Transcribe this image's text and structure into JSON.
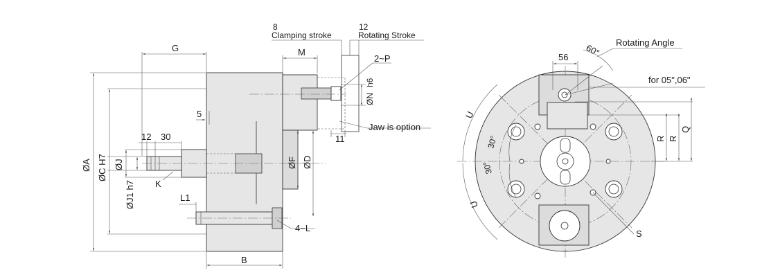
{
  "side_view": {
    "dims": {
      "G": "G",
      "M": "M",
      "clamping_value": "8",
      "clamping_text": "Clamping stroke",
      "rotating_value": "12",
      "rotating_text": "Rotating Stroke",
      "p_holes": "2~P",
      "n_dia": "ØN",
      "n_fit": "h6",
      "five": "5",
      "eleven": "11",
      "jaw": "Jaw is option",
      "twelve": "12",
      "thirty": "30",
      "a_dia": "ØA",
      "c_dia": "ØC H7",
      "j_dia": "ØJ",
      "j1_dia": "ØJ1 h7",
      "k": "K",
      "f_dia": "ØF",
      "d_dia": "ØD",
      "l1": "L1",
      "l_holes": "4~L",
      "b": "B"
    }
  },
  "front_view": {
    "dims": {
      "fifty_six": "56",
      "sixty": "60°",
      "rotating_angle": "Rotating Angle",
      "for_05_06": "for 05\",06\"",
      "u_top": "U",
      "u_bottom": "U",
      "thirty_a": "30°",
      "thirty_b": "30°",
      "r1": "R",
      "r2": "R",
      "q": "Q",
      "s": "S"
    }
  }
}
